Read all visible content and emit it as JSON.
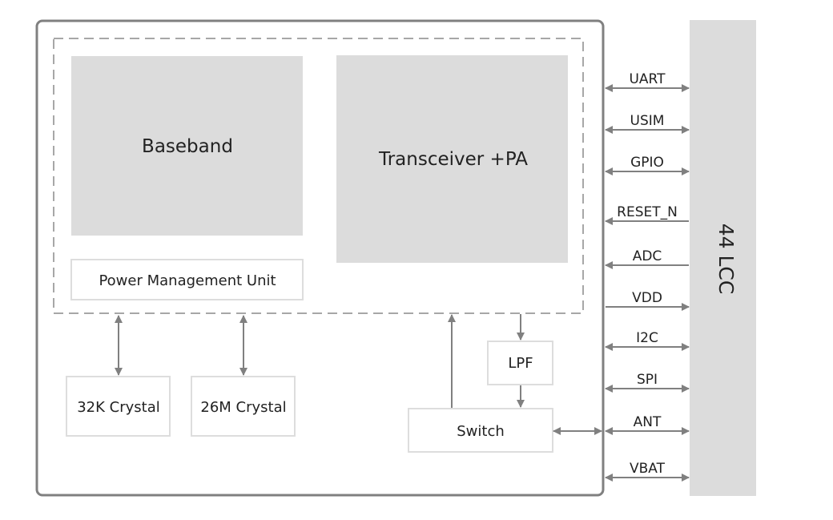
{
  "diagram": {
    "blocks": {
      "baseband": "Baseband",
      "transceiver": "Transceiver +PA",
      "pmu": "Power Management Unit",
      "crystal_32k": "32K Crystal",
      "crystal_26m": "26M Crystal",
      "lpf": "LPF",
      "switch": "Switch",
      "package": "44 LCC"
    },
    "signals": [
      {
        "label": "UART",
        "direction": "bidirectional"
      },
      {
        "label": "USIM",
        "direction": "bidirectional"
      },
      {
        "label": "GPIO",
        "direction": "bidirectional"
      },
      {
        "label": "RESET_N",
        "direction": "input"
      },
      {
        "label": "ADC",
        "direction": "input"
      },
      {
        "label": "VDD",
        "direction": "output"
      },
      {
        "label": "I2C",
        "direction": "bidirectional"
      },
      {
        "label": "SPI",
        "direction": "bidirectional"
      },
      {
        "label": "ANT",
        "direction": "bidirectional"
      },
      {
        "label": "VBAT",
        "direction": "bidirectional"
      }
    ],
    "colors": {
      "line": "#808080",
      "block_fill": "#dcdcdc",
      "box_border": "#dddddd",
      "text": "#222222"
    }
  }
}
